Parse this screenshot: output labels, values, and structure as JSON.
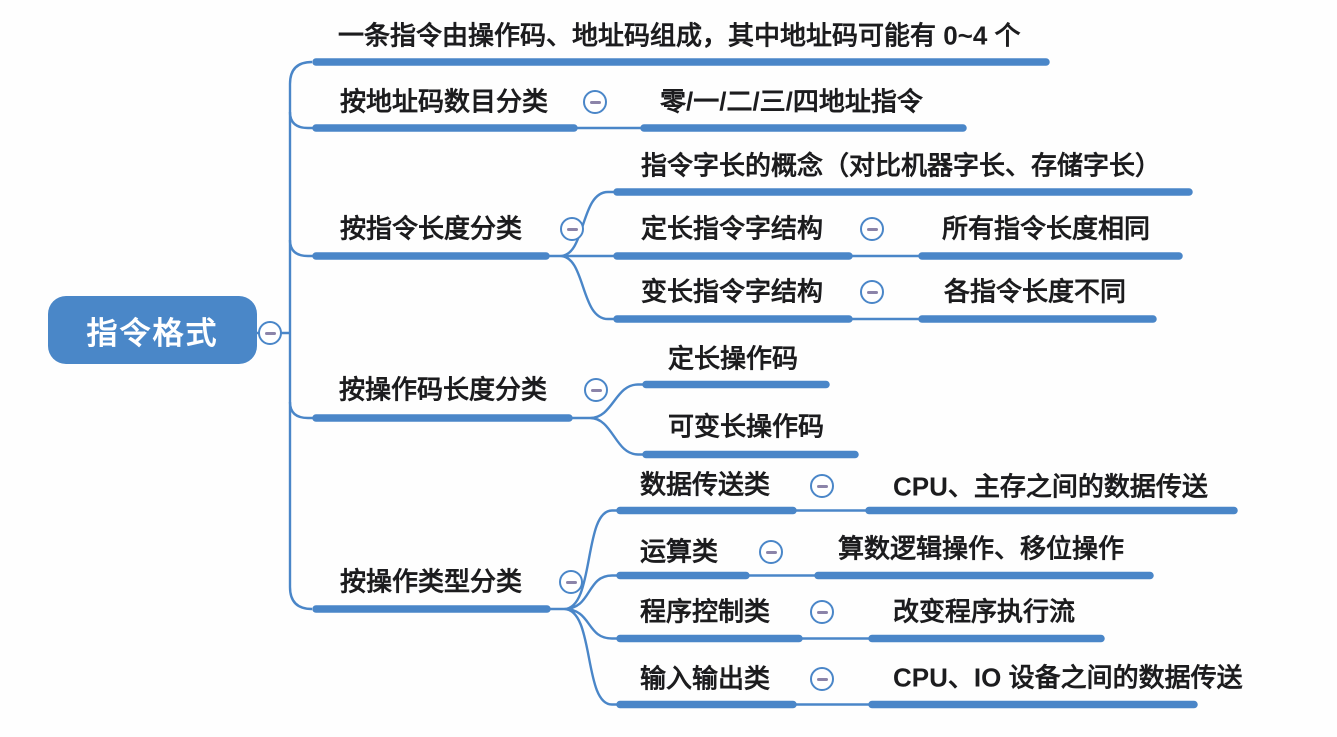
{
  "app": {
    "type": "mindmap-canvas"
  },
  "colors": {
    "branch_line": "#4a86c8",
    "root_fill": "#4a87c8",
    "root_text": "#ffffff",
    "topic_text": "#1c1c1e",
    "collapse_ring": "#4a86c8",
    "collapse_fill": "#ffffff",
    "collapse_minus": "#8c84a9"
  },
  "icons": {
    "collapse": "minus-circle"
  },
  "root": {
    "label": "指令格式"
  },
  "branches": {
    "composition_note": {
      "label": "一条指令由操作码、地址码组成，其中地址码可能有 0~4 个"
    },
    "by_address_count": {
      "label": "按地址码数目分类",
      "children": {
        "address_types": {
          "label": "零/一/二/三/四地址指令"
        }
      }
    },
    "by_instruction_length": {
      "label": "按指令长度分类",
      "children": {
        "word_length_concept": {
          "label": "指令字长的概念（对比机器字长、存储字长）"
        },
        "fixed_length_word": {
          "label": "定长指令字结构",
          "children": {
            "desc": {
              "label": "所有指令长度相同"
            }
          }
        },
        "variable_length_word": {
          "label": "变长指令字结构",
          "children": {
            "desc": {
              "label": "各指令长度不同"
            }
          }
        }
      }
    },
    "by_opcode_length": {
      "label": "按操作码长度分类",
      "children": {
        "fixed_opcode": {
          "label": "定长操作码"
        },
        "variable_opcode": {
          "label": "可变长操作码"
        }
      }
    },
    "by_operation_type": {
      "label": "按操作类型分类",
      "children": {
        "data_transfer": {
          "label": "数据传送类",
          "children": {
            "desc": {
              "label": "CPU、主存之间的数据传送"
            }
          }
        },
        "arithmetic": {
          "label": "运算类",
          "children": {
            "desc": {
              "label": "算数逻辑操作、移位操作"
            }
          }
        },
        "program_control": {
          "label": "程序控制类",
          "children": {
            "desc": {
              "label": "改变程序执行流"
            }
          }
        },
        "input_output": {
          "label": "输入输出类",
          "children": {
            "desc": {
              "label": "CPU、IO 设备之间的数据传送"
            }
          }
        }
      }
    }
  }
}
